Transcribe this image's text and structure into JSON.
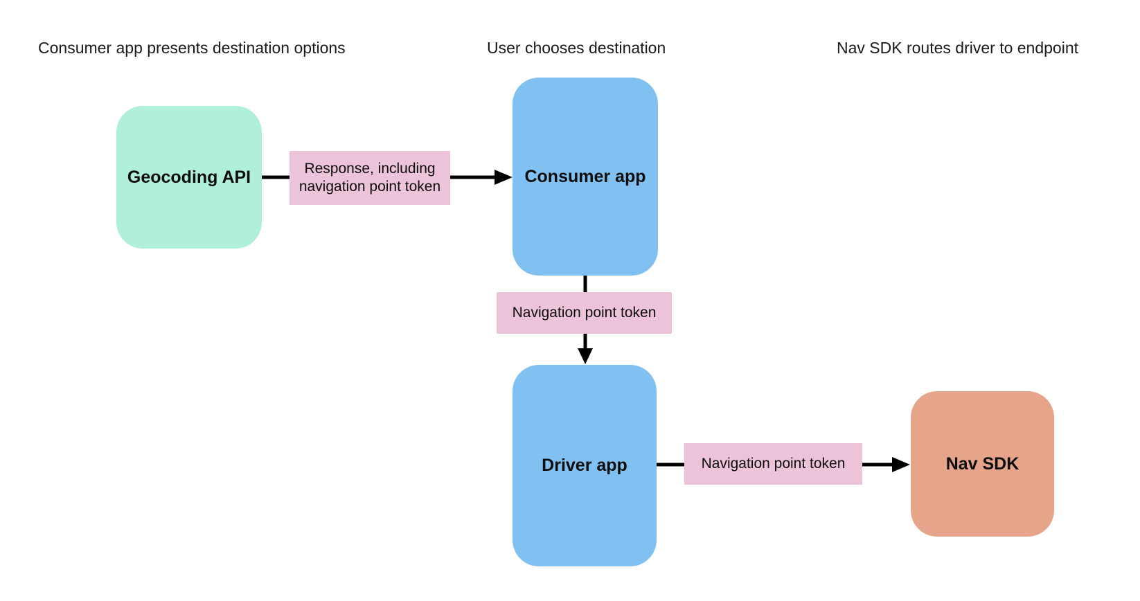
{
  "diagram": {
    "background_color": "#ffffff",
    "arrow_color": "#000000",
    "edge_label_color": "#ecc3d9",
    "text_color": "#1a1a1a",
    "stage_headings": [
      {
        "label": "Consumer app presents destination options"
      },
      {
        "label": "User chooses destination"
      },
      {
        "label": "Nav SDK routes driver to endpoint"
      }
    ],
    "nodes": [
      {
        "id": "geocoding-api",
        "label": "Geocoding API",
        "color": "#b0f0da"
      },
      {
        "id": "consumer-app",
        "label": "Consumer app",
        "color": "#80c1f1"
      },
      {
        "id": "driver-app",
        "label": "Driver app",
        "color": "#80c1f1"
      },
      {
        "id": "nav-sdk",
        "label": "Nav SDK",
        "color": "#e6a58b"
      }
    ],
    "edges": [
      {
        "from": "geocoding-api",
        "to": "consumer-app",
        "label": "Response, including navigation point token"
      },
      {
        "from": "consumer-app",
        "to": "driver-app",
        "label": "Navigation point token"
      },
      {
        "from": "driver-app",
        "to": "nav-sdk",
        "label": "Navigation point token"
      }
    ]
  }
}
